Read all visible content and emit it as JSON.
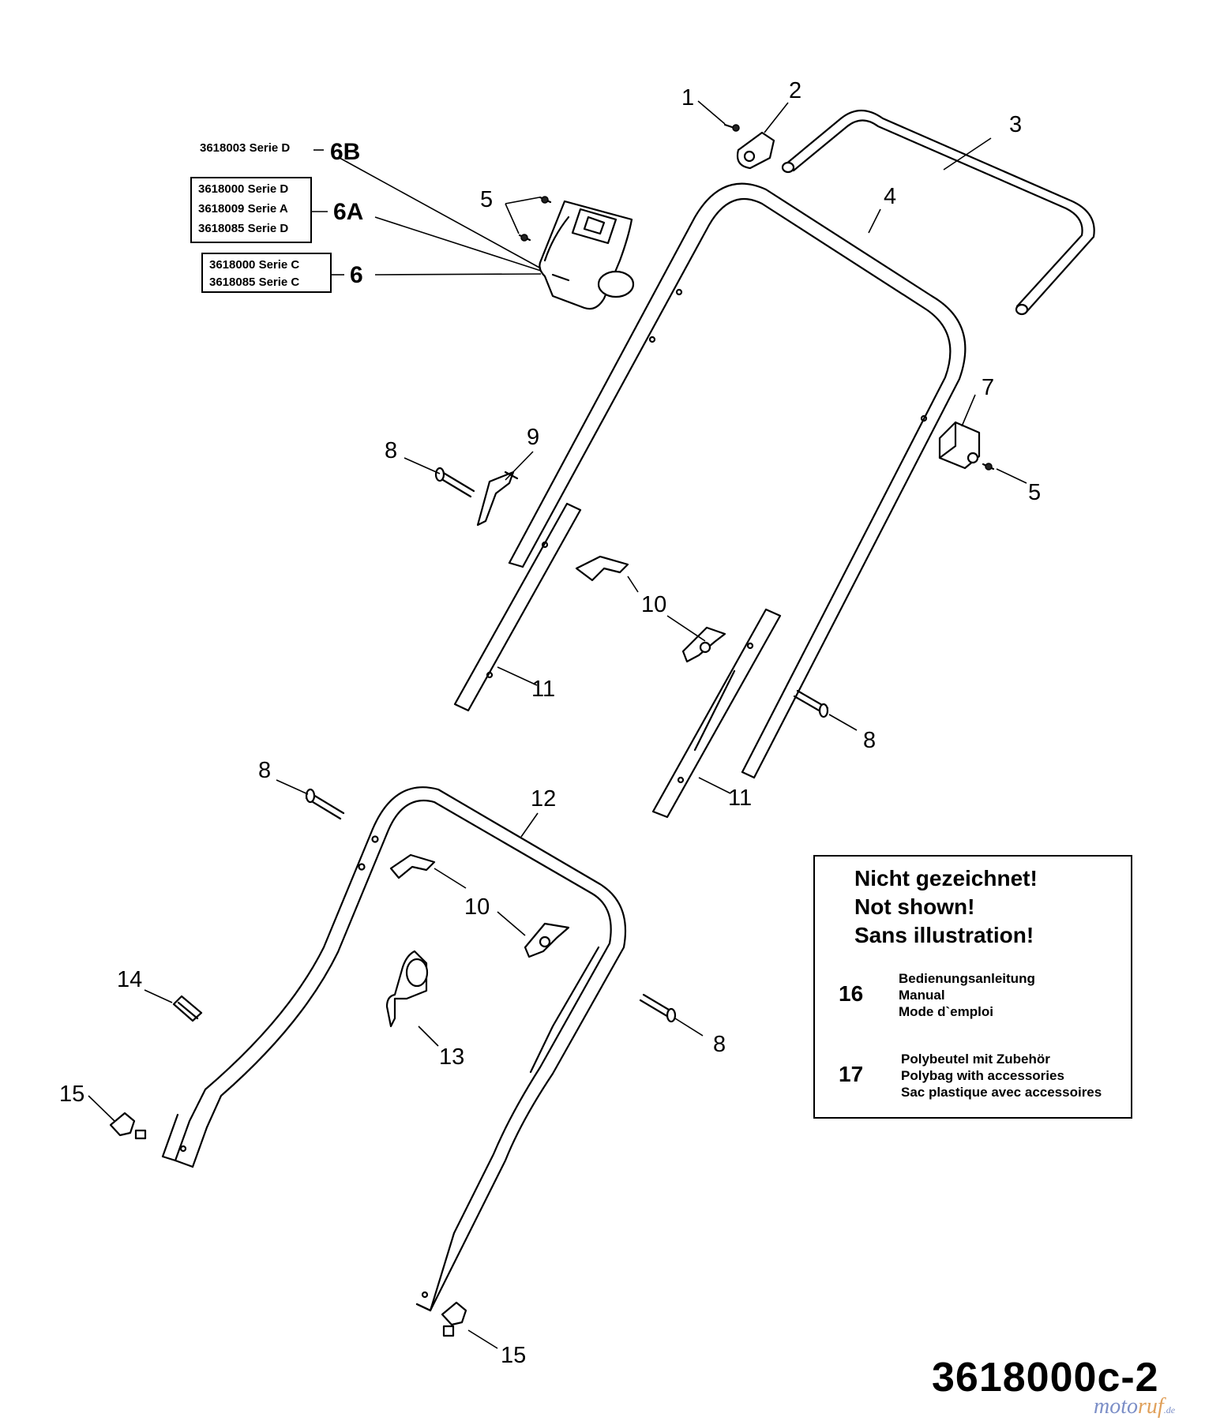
{
  "drawing_number": "3618000c-2",
  "watermark": {
    "part1": "moto",
    "part2": "ruf",
    "suffix": ".de"
  },
  "variants": {
    "v6b": {
      "line": "3618003 Serie D",
      "label": "6B"
    },
    "v6a": {
      "lines": [
        "3618000 Serie D",
        "3618009 Serie A",
        "3618085 Serie D"
      ],
      "label": "6A"
    },
    "v6": {
      "lines": [
        "3618000  Serie C",
        "3618085  Serie C"
      ],
      "label": "6"
    }
  },
  "callouts": {
    "c1": "1",
    "c2": "2",
    "c3": "3",
    "c4": "4",
    "c5a": "5",
    "c5b": "5",
    "c7": "7",
    "c8a": "8",
    "c8b": "8",
    "c8c": "8",
    "c8d": "8",
    "c9": "9",
    "c10a": "10",
    "c10b": "10",
    "c11a": "11",
    "c11b": "11",
    "c12": "12",
    "c13": "13",
    "c14": "14",
    "c15a": "15",
    "c15b": "15"
  },
  "not_shown": {
    "titles": [
      "Nicht gezeichnet!",
      "Not shown!",
      "Sans illustration!"
    ],
    "items": [
      {
        "number": "16",
        "lines": [
          "Bedienungsanleitung",
          "Manual",
          "Mode d`emploi"
        ]
      },
      {
        "number": "17",
        "lines": [
          "Polybeutel mit Zubehör",
          "Polybag with accessories",
          "Sac plastique avec accessoires"
        ]
      }
    ]
  }
}
